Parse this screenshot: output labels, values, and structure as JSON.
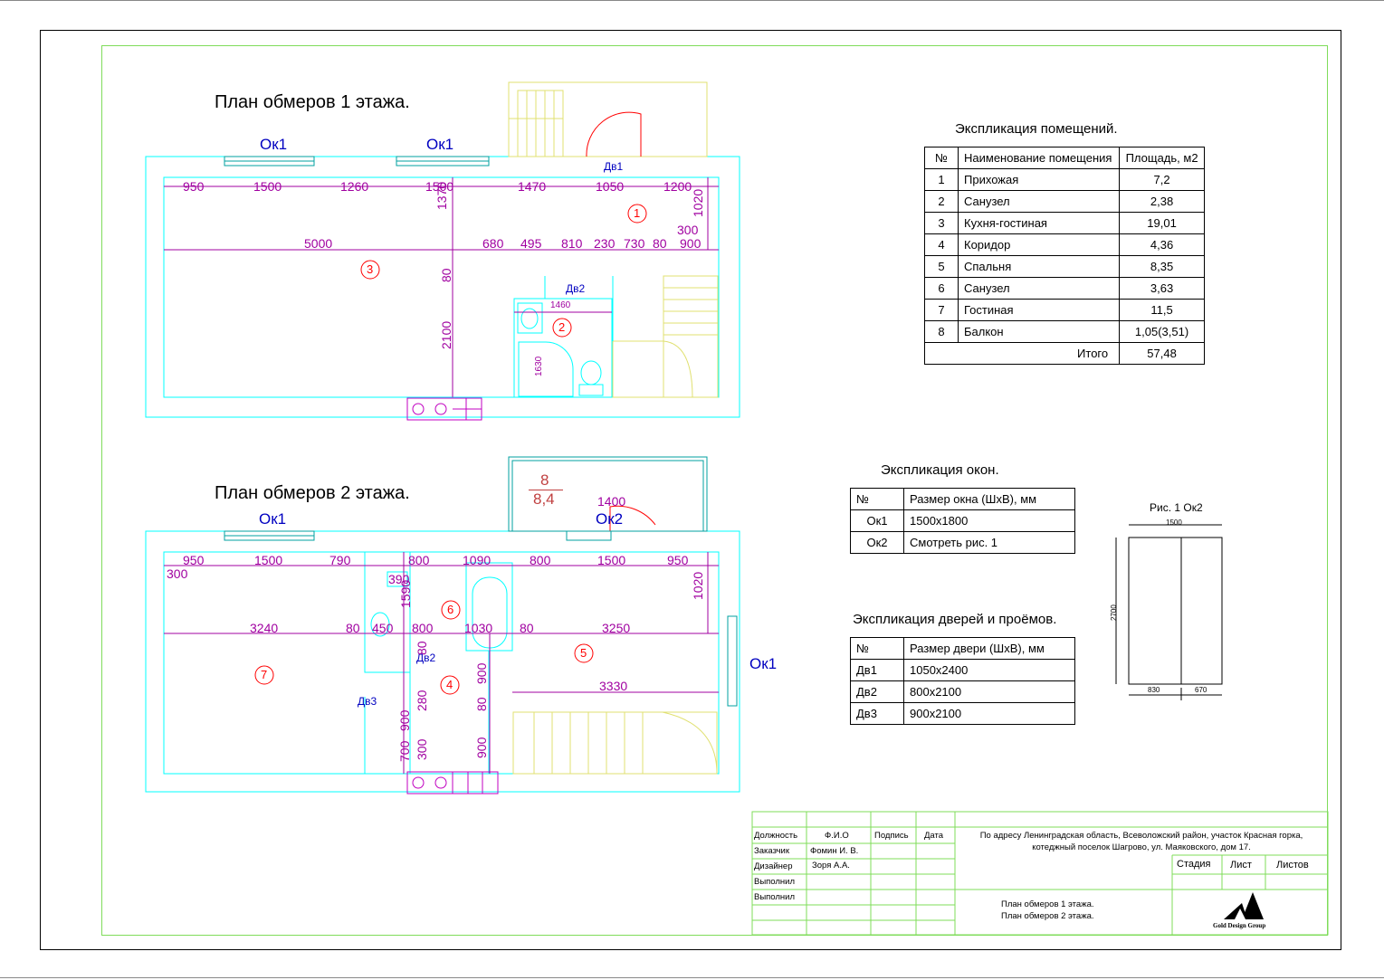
{
  "plan1": {
    "title": "План обмеров 1 этажа.",
    "windows": [
      "Ок1",
      "Ок1"
    ],
    "doors": [
      "Дв1",
      "Дв2"
    ],
    "rooms": [
      "1",
      "2",
      "3"
    ],
    "dims_top": [
      "950",
      "1500",
      "1260",
      "1500",
      "1470",
      "1050",
      "1200"
    ],
    "dims_mid": [
      "5000",
      "680",
      "495",
      "810",
      "230",
      "730",
      "80",
      "900"
    ],
    "dims_other": [
      "1370",
      "1020",
      "300",
      "80",
      "2100",
      "1460",
      "1630"
    ]
  },
  "plan2": {
    "title": "План обмеров 2 этажа.",
    "windows": [
      "Ок1",
      "Ок2",
      "Ок1"
    ],
    "doors": [
      "Дв2",
      "Дв3"
    ],
    "rooms": [
      "7",
      "6",
      "4",
      "5"
    ],
    "balcony_label": [
      "8",
      "8,4"
    ],
    "dims_top": [
      "950",
      "1500",
      "790",
      "800",
      "1090",
      "800",
      "1500",
      "950"
    ],
    "dims_mid": [
      "3240",
      "80",
      "450",
      "800",
      "1030",
      "80",
      "3250"
    ],
    "dims_other": [
      "1400",
      "300",
      "390",
      "1590",
      "1020",
      "80",
      "280",
      "900",
      "80",
      "900",
      "700",
      "300",
      "900",
      "3330"
    ]
  },
  "rooms_table": {
    "title": "Экспликация помещений.",
    "headers": [
      "№",
      "Наименование помещения",
      "Площадь, м2"
    ],
    "rows": [
      [
        "1",
        "Прихожая",
        "7,2"
      ],
      [
        "2",
        "Санузел",
        "2,38"
      ],
      [
        "3",
        "Кухня-гостиная",
        "19,01"
      ],
      [
        "4",
        "Коридор",
        "4,36"
      ],
      [
        "5",
        "Спальня",
        "8,35"
      ],
      [
        "6",
        "Санузел",
        "3,63"
      ],
      [
        "7",
        "Гостиная",
        "11,5"
      ],
      [
        "8",
        "Балкон",
        "1,05(3,51)"
      ]
    ],
    "total_label": "Итого",
    "total_value": "57,48"
  },
  "windows_table": {
    "title": "Экспликация окон.",
    "headers": [
      "№",
      "Размер окна (ШхВ), мм"
    ],
    "rows": [
      [
        "Ок1",
        "1500х1800"
      ],
      [
        "Ок2",
        "Смотреть рис. 1"
      ]
    ]
  },
  "doors_table": {
    "title": "Экспликация дверей и проёмов.",
    "headers": [
      "№",
      "Размер двери (ШхВ), мм"
    ],
    "rows": [
      [
        "Дв1",
        "1050х2400"
      ],
      [
        "Дв2",
        "800х2100"
      ],
      [
        "Дв3",
        "900х2100"
      ]
    ]
  },
  "figure": {
    "title": "Рис. 1 Ок2",
    "width": "1500",
    "height": "2700",
    "left": "830",
    "right": "670"
  },
  "stamp": {
    "headers": [
      "Должность",
      "Ф.И.О",
      "Подпись",
      "Дата"
    ],
    "rows": [
      [
        "Заказчик",
        "Фомин И. В."
      ],
      [
        "Дизайнер",
        "Зоря А.А."
      ],
      [
        "Выполнил",
        ""
      ],
      [
        "Выполнил",
        ""
      ]
    ],
    "address": "По адресу Ленинградская область, Всеволожский район, участок Красная горка, котеджный поселок Шагрово, ул. Маяковского, дом 17.",
    "stage_headers": [
      "Стадия",
      "Лист",
      "Листов"
    ],
    "sheet_title_1": "План обмеров 1 этажа.",
    "sheet_title_2": "План обмеров 2 этажа.",
    "logo_text": "Gold Design Group"
  }
}
